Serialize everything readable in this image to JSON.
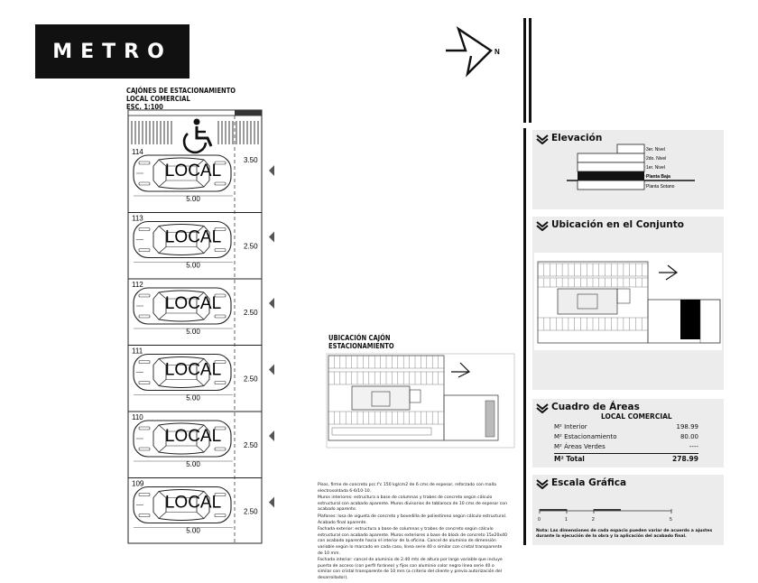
{
  "logo": {
    "text": "METRO"
  },
  "parking_title": [
    "CAJÓNES DE ESTACIONAMIENTO",
    "LOCAL COMERCIAL",
    "ESC. 1:100"
  ],
  "stalls": [
    {
      "number": "114",
      "label": "LOCAL",
      "depth": "5.00",
      "width": "3.50",
      "accessible": true
    },
    {
      "number": "113",
      "label": "LOCAL",
      "depth": "5.00",
      "width": "2.50",
      "accessible": false
    },
    {
      "number": "112",
      "label": "LOCAL",
      "depth": "5.00",
      "width": "2.50",
      "accessible": false
    },
    {
      "number": "111",
      "label": "LOCAL",
      "depth": "5.00",
      "width": "2.50",
      "accessible": false
    },
    {
      "number": "110",
      "label": "LOCAL",
      "depth": "5.00",
      "width": "2.50",
      "accessible": false
    },
    {
      "number": "109",
      "label": "LOCAL",
      "depth": "5.00",
      "width": "2.50",
      "accessible": false
    }
  ],
  "location_title": [
    "UBICACIÓN CAJÓN",
    "ESTACIONAMIENTO"
  ],
  "north_symbol": "N",
  "notes": [
    "Pisos, firme de concreto pcc f'c 150 kg/cm2 de 6 cms de espesor, reforzado con malla electrosoldada 6-6/10-10.",
    "Muros interiores: estructura a base de columnas y trabes de concreto según cálculo estructural con acabado aparente. Muros divisorios de tablaroca de 10 cms de espesor con acabado aparente.",
    "Plafones: losa de vigueta de concreto y bovedilla de poliestireno según cálculo estructural. Acabado final aparente.",
    "Fachada exterior: estructura a base de columnas y trabes de concreto según cálculo estructural con acabado aparente. Muros exteriores a base de block de concreto 15x20x40 con acabado aparente hacia el interior de la oficina. Cancel de aluminio de dimensión variable según lo marcado en cada caso, línea serie 40 o similar con cristal transparente de 10 mm.",
    "Fachada interior: cancel de aluminio de 2.40 mts de altura por largo variable que incluye puerta de acceso (con perfil foráneo) y fijos con aluminio color negro línea serie 40 o similar con cristal transparente de 10 mm (a criterio del cliente y previa autorización del desarrollador)."
  ],
  "elevation": {
    "title": "Elevación",
    "levels": [
      "3er. Nivel",
      "2do. Nivel",
      "1er. Nivel",
      "Planta Baja",
      "Planta Sotano"
    ],
    "highlighted": "Planta Baja"
  },
  "site": {
    "title": "Ubicación en el Conjunto"
  },
  "areas": {
    "title": "Cuadro de Áreas",
    "subtitle": "LOCAL COMERCIAL",
    "rows": [
      {
        "label": "M² Interior",
        "value": "198.99"
      },
      {
        "label": "M² Estacionamiento",
        "value": "80.00"
      },
      {
        "label": "M² Áreas Verdes",
        "value": "----"
      }
    ],
    "total": {
      "label": "M² Total",
      "value": "278.99"
    }
  },
  "scale": {
    "title": "Escala Gráfica",
    "ticks": [
      "0",
      "1",
      "2",
      "5"
    ],
    "note": "Nota: Las dimensiones de cada espacio pueden variar de acuerdo a ajustes durante la ejecución de la obra y la aplicación del acabado final."
  }
}
